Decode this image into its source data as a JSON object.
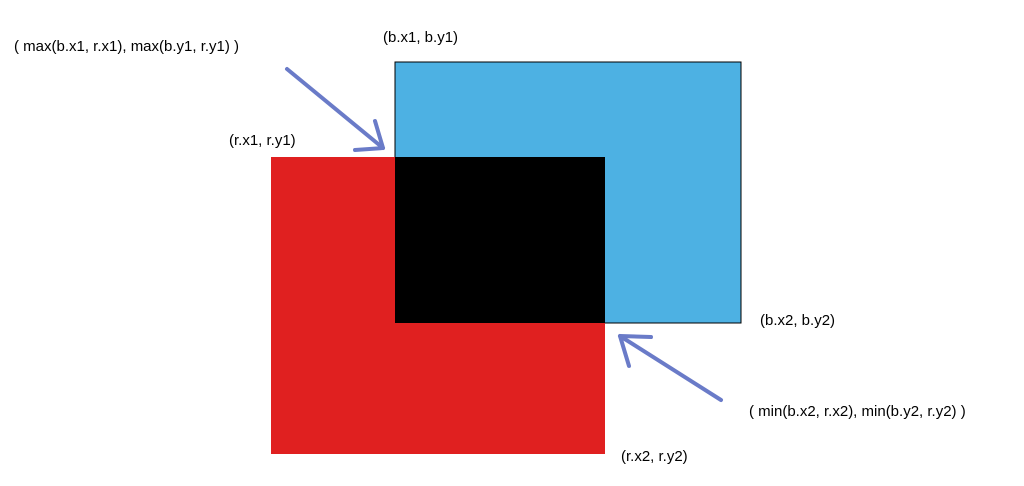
{
  "colors": {
    "blue_rect": "#4DB1E3",
    "red_rect": "#E02020",
    "intersection": "#000000",
    "arrow": "#6A7BC8"
  },
  "labels": {
    "intersection_top_left": "( max(b.x1, r.x1), max(b.y1, r.y1) )",
    "blue_top_left": "(b.x1, b.y1)",
    "red_top_left": "(r.x1, r.y1)",
    "blue_bottom_right": "(b.x2, b.y2)",
    "intersection_bottom_right": "( min(b.x2, r.x2), min(b.y2, r.y2) )",
    "red_bottom_right": "(r.x2, r.y2)"
  }
}
